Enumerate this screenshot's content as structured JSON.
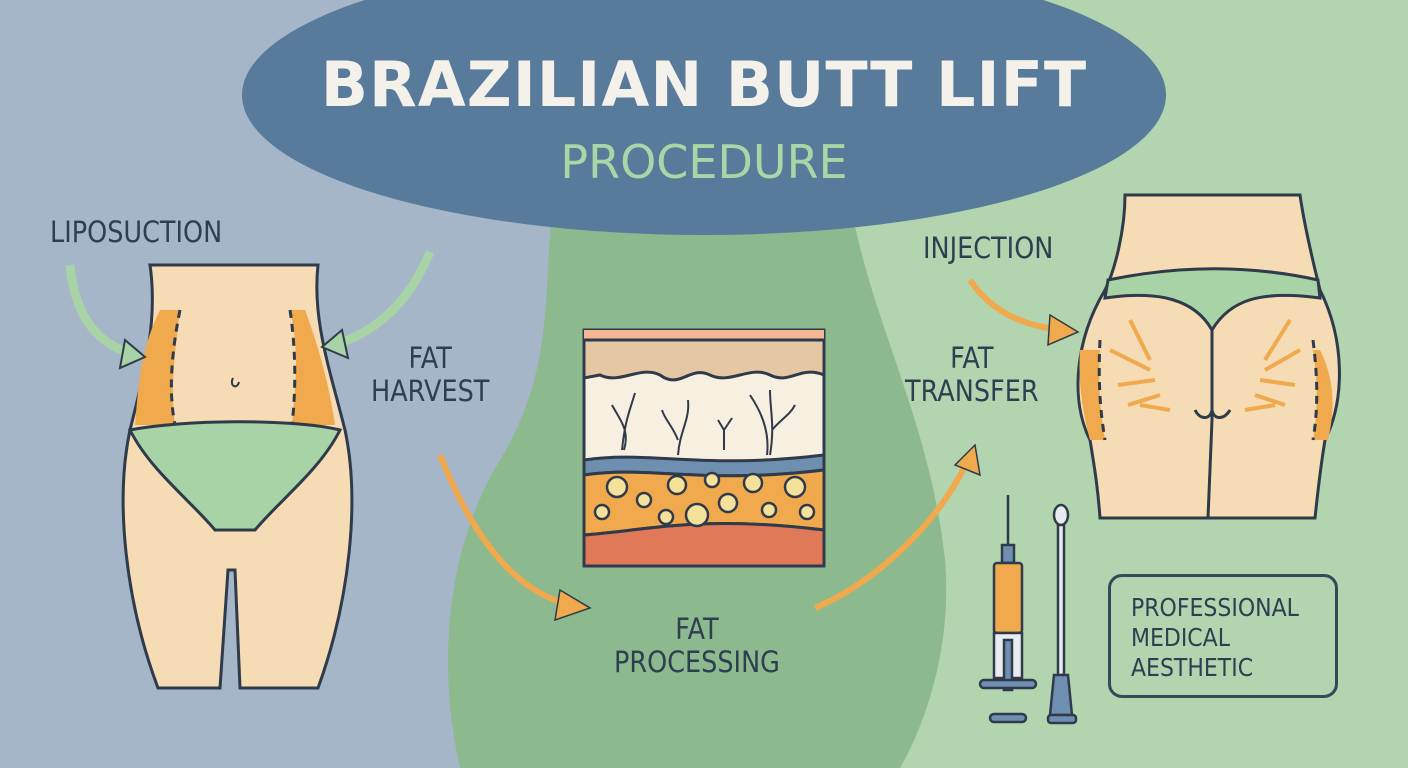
{
  "title": "BRAZILIAN BUTT LIFT",
  "subtitle": "PROCEDURE",
  "steps": {
    "liposuction": "LIPOSUCTION",
    "fat_harvest": "FAT\nHARVEST",
    "fat_processing": "FAT\nPROCESSING",
    "fat_transfer": "FAT\nTRANSFER",
    "injection": "INJECTION"
  },
  "badge": "PROFESSIONAL\nMEDICAL\nAESTHETIC",
  "colors": {
    "left_bg": "#a4b6c8",
    "center_bg": "#8cb98d",
    "right_bg": "#b2d4ae",
    "title_bg": "#587a9b",
    "skin": "#f5dcb4",
    "fat": "#f0a94c",
    "garment": "#a8d3a6",
    "outline": "#2f3b4b"
  }
}
